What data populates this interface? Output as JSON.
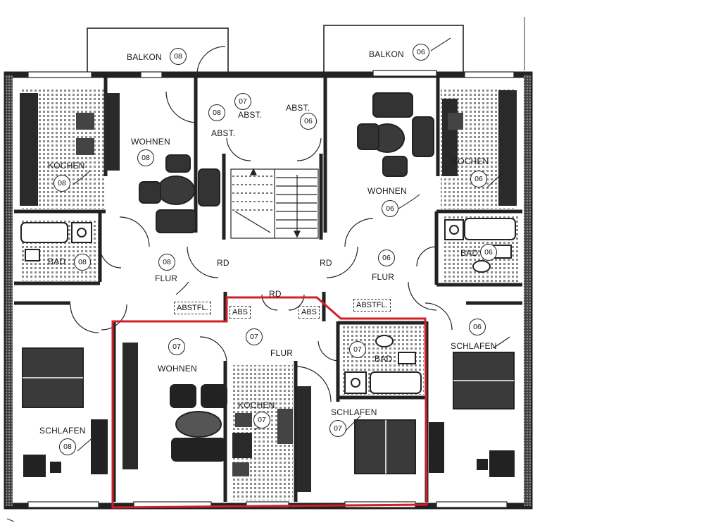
{
  "labels": {
    "balkon": "BALKON",
    "wohnen": "WOHNEN",
    "kochen": "KOCHEN",
    "bad": "BAD",
    "flur": "FLUR",
    "schlafen": "SCHLAFEN",
    "abst": "ABST.",
    "abstfl": "ABSTFL.",
    "abs": "ABS",
    "rd": "RD"
  },
  "units": {
    "left": "08",
    "middle": "07",
    "right": "06"
  },
  "colors": {
    "highlight": "#d0202a",
    "wall": "#222222",
    "tile": "#9a9a9a"
  }
}
